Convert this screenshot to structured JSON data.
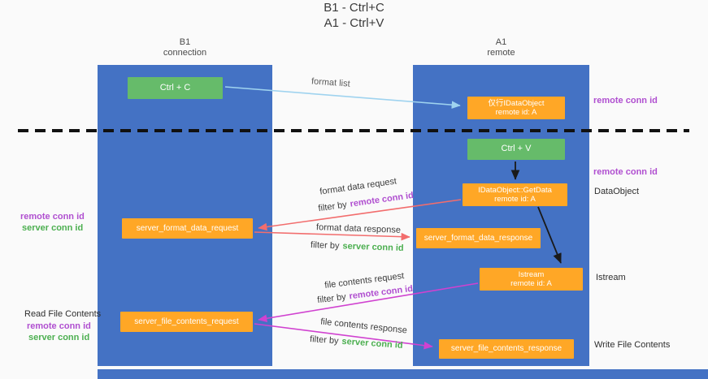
{
  "title": {
    "line1": "B1 - Ctrl+C",
    "line2": "A1 - Ctrl+V"
  },
  "lanes": {
    "left": {
      "name": "B1",
      "subtitle": "connection"
    },
    "right": {
      "name": "A1",
      "subtitle": "remote"
    }
  },
  "boxes": {
    "ctrl_c": {
      "label": "Ctrl + C"
    },
    "ctrl_v": {
      "label": "Ctrl + V"
    },
    "idataobject": {
      "line1": "仅行IDataObject",
      "line2": "remote id: A"
    },
    "getdata": {
      "line1": "IDataObject::GetData",
      "line2": "remote id: A"
    },
    "istream": {
      "line1": "Istream",
      "line2": "remote id: A"
    },
    "format_request": {
      "label": "server_format_data_request"
    },
    "format_response": {
      "label": "server_format_data_response"
    },
    "file_request": {
      "label": "server_file_contents_request"
    },
    "file_response": {
      "label": "server_file_contents_response"
    }
  },
  "arrow_labels": {
    "format_list": "format list",
    "format_data_request": "format data request",
    "format_data_response": "format data response",
    "file_contents_request": "file contents request",
    "file_contents_response": "file contents response",
    "filter_by": "filter by",
    "remote_conn_id": "remote conn id",
    "server_conn_id": "server conn id"
  },
  "side_labels": {
    "remote_conn_id": "remote conn id",
    "server_conn_id": "server conn id",
    "dataobject": "DataObject",
    "istream": "Istream",
    "read_file_contents": "Read File Contents",
    "write_file_contents": "Write File Contents"
  },
  "colors": {
    "lane_blue": "#4472c4",
    "box_green": "#66bb6a",
    "box_orange": "#ffa726",
    "purple_text": "#b04fd0",
    "green_text": "#4caf50",
    "arrow_red": "#f26d6d",
    "arrow_magenta": "#d042d0",
    "arrow_light_blue": "#9fd3ef",
    "arrow_black": "#1a1a1a",
    "background": "#fafafa"
  }
}
